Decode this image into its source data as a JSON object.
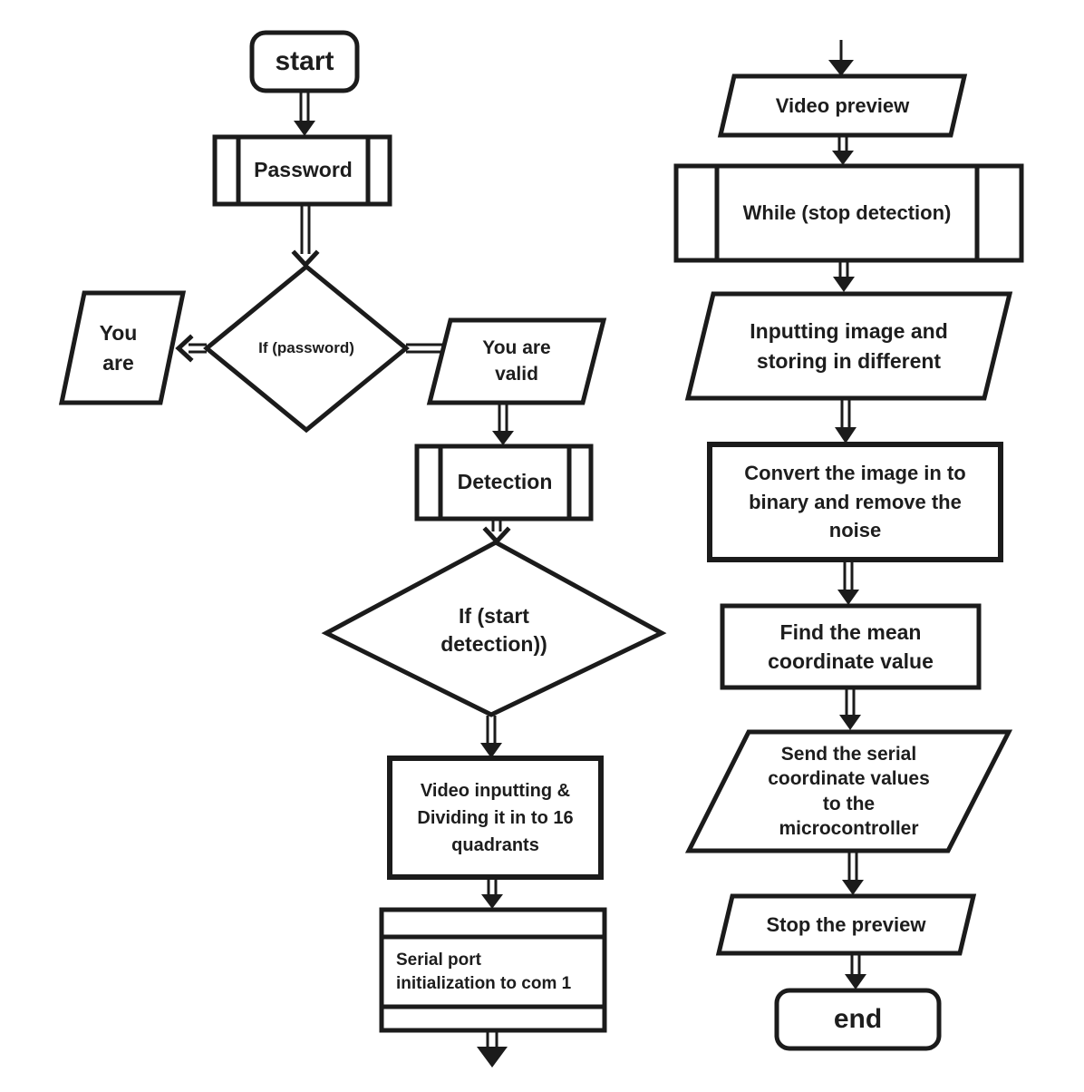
{
  "canvas": {
    "background": "#ffffff",
    "ink": "#1b1b1b"
  },
  "nodes": {
    "start": {
      "type": "terminator",
      "label": "start"
    },
    "password": {
      "type": "predefined-process",
      "label": "Password"
    },
    "if_password": {
      "type": "decision",
      "label": "If (password)"
    },
    "you_are": {
      "type": "input-output",
      "label": "You\nare"
    },
    "you_are_valid": {
      "type": "input-output",
      "label": "You are\nvalid"
    },
    "detection": {
      "type": "predefined-process",
      "label": "Detection"
    },
    "if_start_detection": {
      "type": "decision",
      "label": "If (start\ndetection))"
    },
    "video_inputting": {
      "type": "process",
      "label": "Video inputting &\nDividing it in to 16\nquadrants"
    },
    "serial_port": {
      "type": "banded-process",
      "label": "Serial port\ninitialization to com 1"
    },
    "video_preview": {
      "type": "input-output",
      "label": "Video preview"
    },
    "while_stop": {
      "type": "predefined-process",
      "label": "While (stop detection)"
    },
    "inputting_image": {
      "type": "input-output",
      "label": "Inputting image and\nstoring in different"
    },
    "convert_image": {
      "type": "process",
      "label": "Convert the image in to\nbinary and remove the\nnoise"
    },
    "find_mean": {
      "type": "process",
      "label": "Find the mean\ncoordinate value"
    },
    "send_serial": {
      "type": "input-output",
      "label": "Send the serial\ncoordinate values\nto the\nmicrocontroller"
    },
    "stop_preview": {
      "type": "input-output",
      "label": "Stop the preview"
    },
    "end": {
      "type": "terminator",
      "label": "end"
    }
  },
  "edges": [
    {
      "from": "start",
      "to": "password"
    },
    {
      "from": "password",
      "to": "if_password"
    },
    {
      "from": "if_password",
      "to": "you_are"
    },
    {
      "from": "if_password",
      "to": "you_are_valid"
    },
    {
      "from": "you_are_valid",
      "to": "detection"
    },
    {
      "from": "detection",
      "to": "if_start_detection"
    },
    {
      "from": "if_start_detection",
      "to": "video_inputting"
    },
    {
      "from": "video_inputting",
      "to": "serial_port"
    },
    {
      "from": "serial_port",
      "to": "off-page-bottom"
    },
    {
      "from": "off-page-top",
      "to": "video_preview"
    },
    {
      "from": "video_preview",
      "to": "while_stop"
    },
    {
      "from": "while_stop",
      "to": "inputting_image"
    },
    {
      "from": "inputting_image",
      "to": "convert_image"
    },
    {
      "from": "convert_image",
      "to": "find_mean"
    },
    {
      "from": "find_mean",
      "to": "send_serial"
    },
    {
      "from": "send_serial",
      "to": "stop_preview"
    },
    {
      "from": "stop_preview",
      "to": "end"
    }
  ]
}
